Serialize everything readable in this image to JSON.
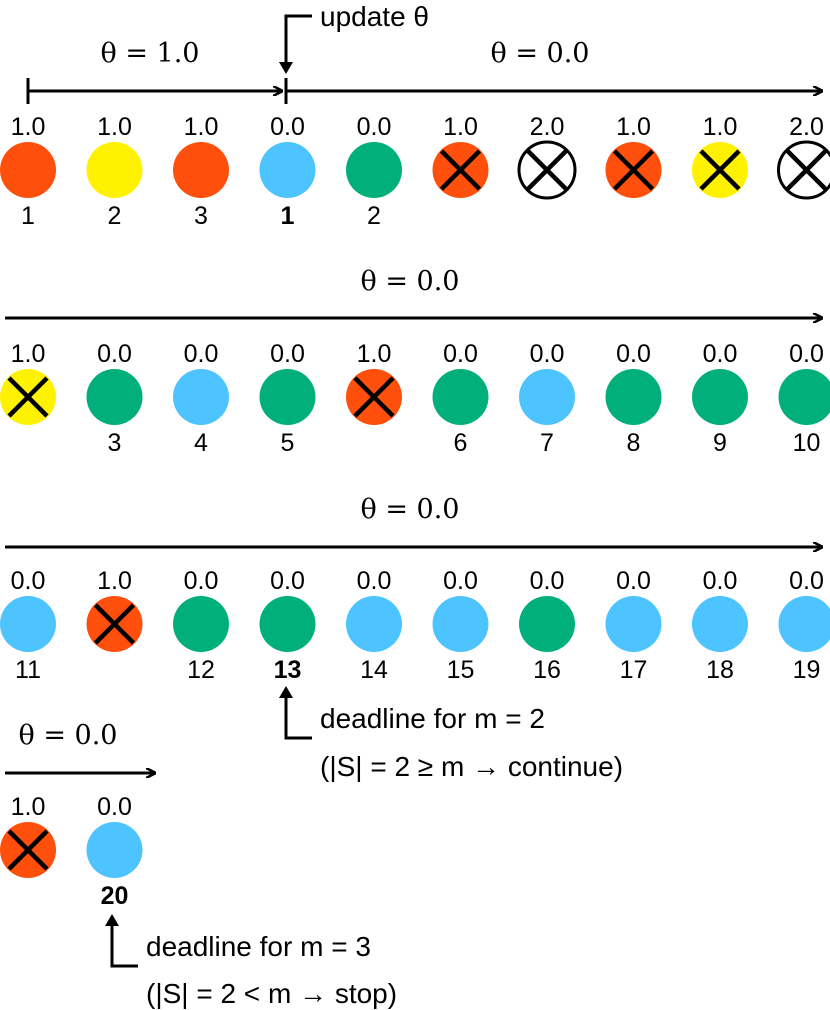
{
  "colors": {
    "orange": "#FF4F0C",
    "yellow": "#FFF200",
    "blue": "#4DC3FF",
    "green": "#00AF7A",
    "empty": "#FFFFFF",
    "stroke": "#000000"
  },
  "top": {
    "update_label": "update θ",
    "theta_before": "θ = 1.0",
    "theta_after": "θ = 0.0"
  },
  "rows": [
    {
      "theta": "",
      "items": [
        {
          "value": "1.0",
          "color": "orange",
          "crossed": false,
          "index": "1",
          "bold": false
        },
        {
          "value": "1.0",
          "color": "yellow",
          "crossed": false,
          "index": "2",
          "bold": false
        },
        {
          "value": "1.0",
          "color": "orange",
          "crossed": false,
          "index": "3",
          "bold": false
        },
        {
          "value": "0.0",
          "color": "blue",
          "crossed": false,
          "index": "1",
          "bold": true
        },
        {
          "value": "0.0",
          "color": "green",
          "crossed": false,
          "index": "2",
          "bold": false
        },
        {
          "value": "1.0",
          "color": "orange",
          "crossed": true,
          "index": "",
          "bold": false
        },
        {
          "value": "2.0",
          "color": "empty",
          "crossed": true,
          "index": "",
          "bold": false
        },
        {
          "value": "1.0",
          "color": "orange",
          "crossed": true,
          "index": "",
          "bold": false
        },
        {
          "value": "1.0",
          "color": "yellow",
          "crossed": true,
          "index": "",
          "bold": false
        },
        {
          "value": "2.0",
          "color": "empty",
          "crossed": true,
          "index": "",
          "bold": false
        }
      ]
    },
    {
      "theta": "θ = 0.0",
      "items": [
        {
          "value": "1.0",
          "color": "yellow",
          "crossed": true,
          "index": "",
          "bold": false
        },
        {
          "value": "0.0",
          "color": "green",
          "crossed": false,
          "index": "3",
          "bold": false
        },
        {
          "value": "0.0",
          "color": "blue",
          "crossed": false,
          "index": "4",
          "bold": false
        },
        {
          "value": "0.0",
          "color": "green",
          "crossed": false,
          "index": "5",
          "bold": false
        },
        {
          "value": "1.0",
          "color": "orange",
          "crossed": true,
          "index": "",
          "bold": false
        },
        {
          "value": "0.0",
          "color": "green",
          "crossed": false,
          "index": "6",
          "bold": false
        },
        {
          "value": "0.0",
          "color": "blue",
          "crossed": false,
          "index": "7",
          "bold": false
        },
        {
          "value": "0.0",
          "color": "green",
          "crossed": false,
          "index": "8",
          "bold": false
        },
        {
          "value": "0.0",
          "color": "green",
          "crossed": false,
          "index": "9",
          "bold": false
        },
        {
          "value": "0.0",
          "color": "green",
          "crossed": false,
          "index": "10",
          "bold": false
        }
      ]
    },
    {
      "theta": "θ = 0.0",
      "items": [
        {
          "value": "0.0",
          "color": "blue",
          "crossed": false,
          "index": "11",
          "bold": false
        },
        {
          "value": "1.0",
          "color": "orange",
          "crossed": true,
          "index": "",
          "bold": false
        },
        {
          "value": "0.0",
          "color": "green",
          "crossed": false,
          "index": "12",
          "bold": false
        },
        {
          "value": "0.0",
          "color": "green",
          "crossed": false,
          "index": "13",
          "bold": true
        },
        {
          "value": "0.0",
          "color": "blue",
          "crossed": false,
          "index": "14",
          "bold": false
        },
        {
          "value": "0.0",
          "color": "blue",
          "crossed": false,
          "index": "15",
          "bold": false
        },
        {
          "value": "0.0",
          "color": "green",
          "crossed": false,
          "index": "16",
          "bold": false
        },
        {
          "value": "0.0",
          "color": "blue",
          "crossed": false,
          "index": "17",
          "bold": false
        },
        {
          "value": "0.0",
          "color": "blue",
          "crossed": false,
          "index": "18",
          "bold": false
        },
        {
          "value": "0.0",
          "color": "blue",
          "crossed": false,
          "index": "19",
          "bold": false
        }
      ]
    },
    {
      "theta": "θ = 0.0",
      "items": [
        {
          "value": "1.0",
          "color": "orange",
          "crossed": true,
          "index": "",
          "bold": false
        },
        {
          "value": "0.0",
          "color": "blue",
          "crossed": false,
          "index": "20",
          "bold": true
        }
      ]
    }
  ],
  "notes": {
    "m2_line1": "deadline for m = 2",
    "m2_line2": "(|S| = 2 ≥ m → continue)",
    "m3_line1": "deadline for m = 3",
    "m3_line2": "(|S| = 2 < m → stop)"
  }
}
